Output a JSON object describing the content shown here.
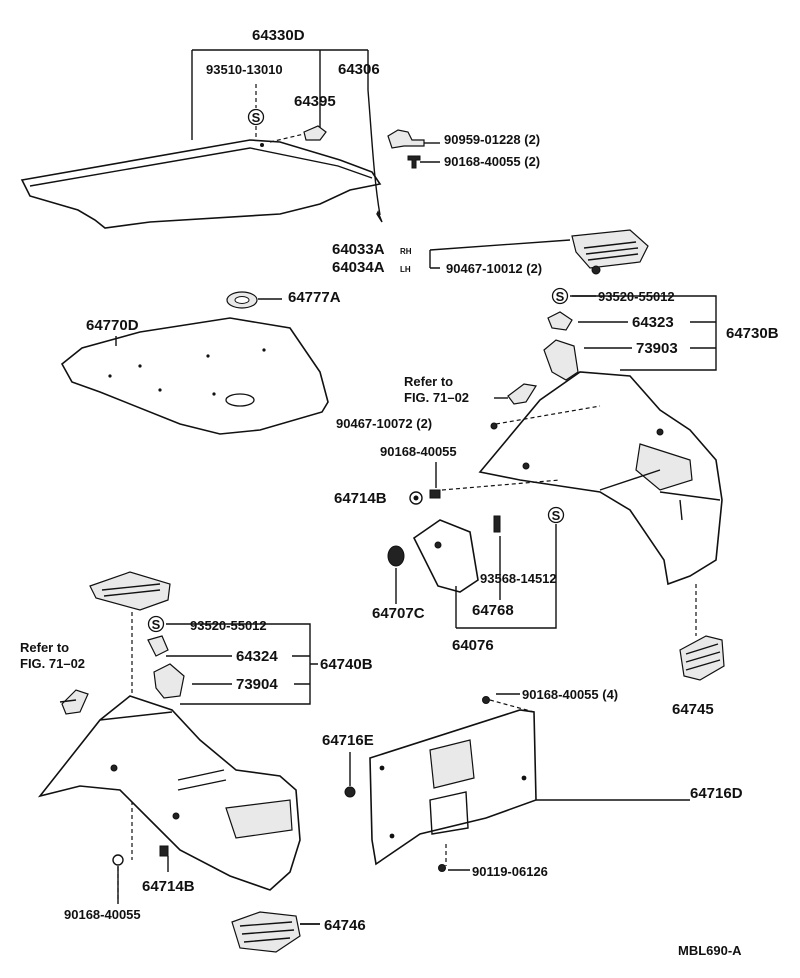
{
  "labels": {
    "p64330D": "64330D",
    "p93510": "93510-13010",
    "p64306": "64306",
    "p64395": "64395",
    "p90959": "90959-01228 (2)",
    "p90168a": "90168-40055 (2)",
    "p64033": "64033A",
    "p64033s": "RH",
    "p64034": "64034A",
    "p64034s": "LH",
    "p90467a": "90467-10012 (2)",
    "p64777A": "64777A",
    "p64770D": "64770D",
    "p93520r": "93520-55012",
    "p64323": "64323",
    "p64730B": "64730B",
    "p73903": "73903",
    "refR1": "Refer to",
    "refR2": "FIG. 71–02",
    "p90467b": "90467-10072 (2)",
    "p90168b": "90168-40055",
    "p64714Br": "64714B",
    "p93568": "93568-14512",
    "p64707C": "64707C",
    "p64768": "64768",
    "p64076": "64076",
    "p64745": "64745",
    "p93520l": "93520-55012",
    "refL1": "Refer to",
    "refL2": "FIG. 71–02",
    "p64324": "64324",
    "p64740B": "64740B",
    "p73904": "73904",
    "p90168c": "90168-40055 (4)",
    "p64716E": "64716E",
    "p64716D": "64716D",
    "p64714Bl": "64714B",
    "p90119": "90119-06126",
    "p90168d": "90168-40055",
    "p64746": "64746",
    "code": "MBL690-A",
    "sMark": "S"
  }
}
